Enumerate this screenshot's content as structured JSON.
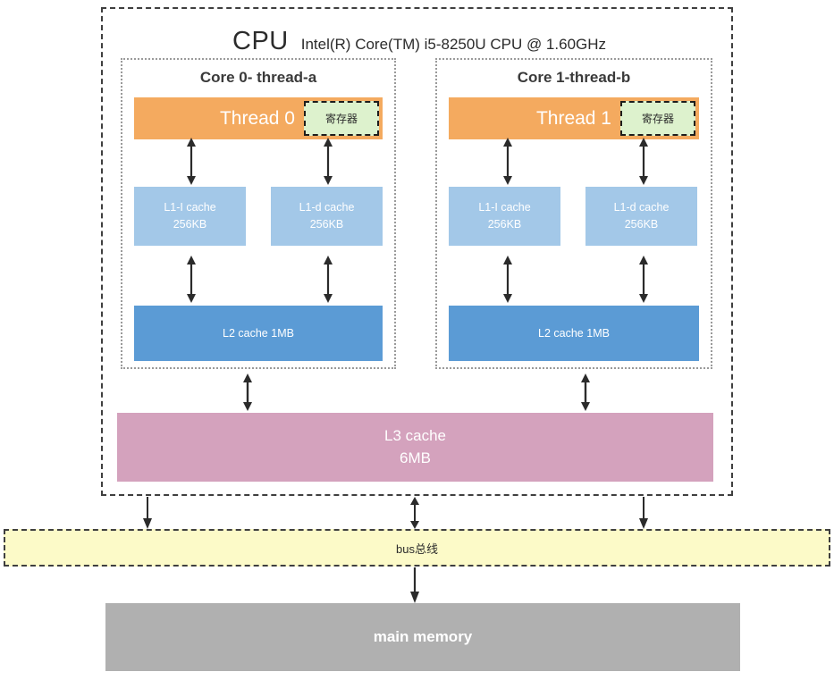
{
  "cpu": {
    "label": "CPU",
    "model": "Intel(R) Core(TM) i5-8250U CPU @ 1.60GHz",
    "border_color": "#3f3f3f"
  },
  "cores": [
    {
      "title": "Core 0- thread-a",
      "thread": {
        "label": "Thread 0",
        "color": "#f4aa5f",
        "text_color": "#ffffff"
      },
      "register": {
        "label": "寄存器",
        "color": "#ddf2cd",
        "border_color": "#1d1d1d"
      },
      "l1": [
        {
          "name": "L1-I cache",
          "size": "256KB",
          "color": "#a3c8e8"
        },
        {
          "name": "L1-d cache",
          "size": "256KB",
          "color": "#a3c8e8"
        }
      ],
      "l2": {
        "label": "L2 cache 1MB",
        "color": "#5b9bd5"
      }
    },
    {
      "title": "Core 1-thread-b",
      "thread": {
        "label": "Thread 1",
        "color": "#f4aa5f",
        "text_color": "#ffffff"
      },
      "register": {
        "label": "寄存器",
        "color": "#ddf2cd",
        "border_color": "#1d1d1d"
      },
      "l1": [
        {
          "name": "L1-I cache",
          "size": "256KB",
          "color": "#a3c8e8"
        },
        {
          "name": "L1-d cache",
          "size": "256KB",
          "color": "#a3c8e8"
        }
      ],
      "l2": {
        "label": "L2 cache 1MB",
        "color": "#5b9bd5"
      }
    }
  ],
  "l3": {
    "name": "L3 cache",
    "size": "6MB",
    "color": "#d4a2bd"
  },
  "bus": {
    "label": "bus总线",
    "color": "#fcfac8",
    "border_color": "#3f3f3f"
  },
  "memory": {
    "label": "main memory",
    "color": "#b0b0b0"
  },
  "connections": {
    "arrow_color": "#2b2b2b",
    "thread_to_l1": "bidirectional",
    "l1_to_l2": "bidirectional",
    "l2_to_l3": "bidirectional",
    "cpu_to_bus_left": "down",
    "cpu_to_bus_center": "bidirectional",
    "cpu_to_bus_right": "down",
    "bus_to_memory": "down"
  }
}
